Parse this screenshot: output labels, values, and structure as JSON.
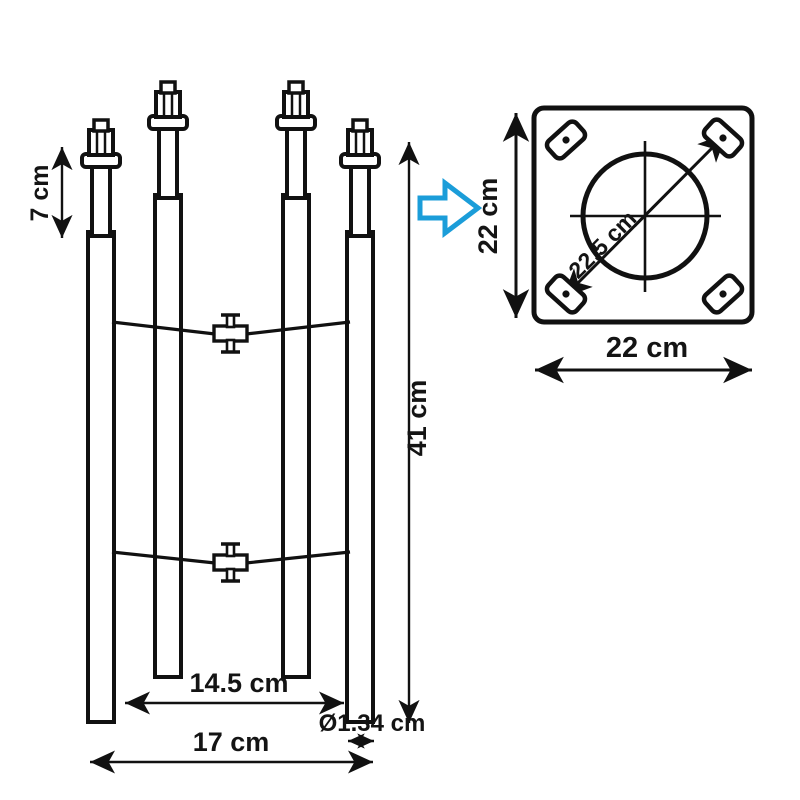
{
  "drawing": {
    "title": "Speaker stand / monitor stand technical drawing",
    "line_color": "#111111",
    "accent_color": "#1b9dd9",
    "background": "#ffffff"
  },
  "left_view": {
    "name": "front elevation of four-leg stand",
    "dimensions": {
      "top_section_height": "7 cm",
      "overall_height": "41 cm",
      "inner_leg_spread": "14.5 cm",
      "outer_leg_spread": "17 cm",
      "tube_diameter": "Ø1.34 cm"
    },
    "legs": [
      {
        "id": "leg-1",
        "position": "outer-left"
      },
      {
        "id": "leg-2",
        "position": "inner-left"
      },
      {
        "id": "leg-3",
        "position": "inner-right"
      },
      {
        "id": "leg-4",
        "position": "outer-right"
      }
    ],
    "braces": [
      {
        "id": "upper-cross-brace"
      },
      {
        "id": "lower-cross-brace"
      }
    ]
  },
  "transition_arrow": {
    "name": "view-transition-arrow",
    "direction": "right",
    "color": "#1b9dd9"
  },
  "top_view": {
    "name": "top plate plan view",
    "dimensions": {
      "height": "22 cm",
      "width": "22 cm",
      "diagonal": "22.5 cm"
    },
    "features": {
      "plate_shape": "rounded square",
      "circle": "center bore outline",
      "crosshair": "center lines",
      "corner_pads": 4
    }
  }
}
